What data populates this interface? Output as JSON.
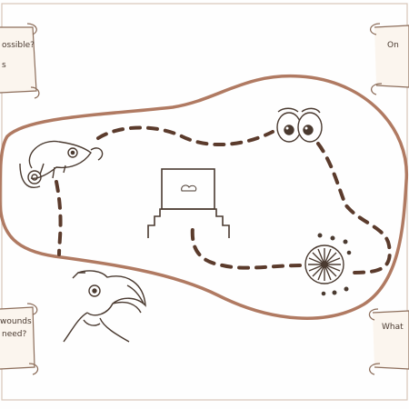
{
  "scrolls": {
    "top_left": {
      "line1": "ossible?",
      "line2": "s"
    },
    "top_right": {
      "line1": "On",
      "line2": ""
    },
    "bottom_left": {
      "line1": "wounds",
      "line2": "need?"
    },
    "bottom_right": {
      "line1": "What"
    }
  },
  "colors": {
    "island_outline": "#b07a62",
    "path_dash": "#5b3b2c",
    "ink": "#4a3a30",
    "scroll_fill": "#fbf5ee",
    "frame": "#d8c6b8"
  },
  "icons": [
    "chameleon-icon",
    "eyes-icon",
    "podium-icon",
    "target-icon",
    "toucan-icon"
  ]
}
